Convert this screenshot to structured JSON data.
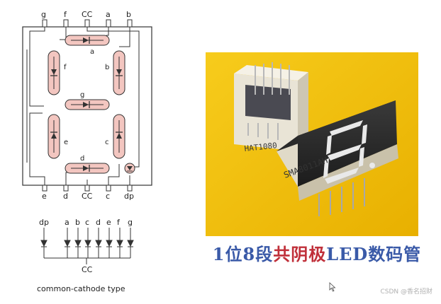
{
  "pinout": {
    "top_pins": [
      "g",
      "f",
      "CC",
      "a",
      "b"
    ],
    "bottom_pins": [
      "e",
      "d",
      "CC",
      "c",
      "dp"
    ],
    "segments": {
      "a": "a",
      "b": "b",
      "c": "c",
      "d": "d",
      "e": "e",
      "f": "f",
      "g": "g"
    }
  },
  "schematic": {
    "pins": [
      "dp",
      "a",
      "b",
      "c",
      "d",
      "e",
      "f",
      "g"
    ],
    "common": "CC",
    "type_label": "common-cathode type"
  },
  "photo": {
    "rear_part_label": "HAT1080",
    "front_part_label": "SMA8011AH"
  },
  "caption": {
    "part1": "1位8段",
    "part2": "共阴极",
    "part3": "LED",
    "part4": "数码管"
  },
  "watermark": "CSDN @香名招财",
  "colors": {
    "segment_fill": "#f3c6c0",
    "photo_background": "#f6c20c",
    "caption_blue": "#3a5aa8",
    "caption_red": "#c0303a"
  }
}
